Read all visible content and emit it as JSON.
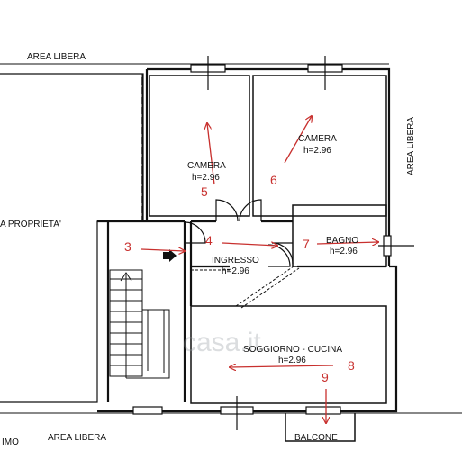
{
  "labels": {
    "area_top": "AREA LIBERA",
    "area_right": "AREA LIBERA",
    "area_bottom": "AREA LIBERA",
    "left_property": "A PROPRIETA'",
    "bottom_left_fragment": "IMO",
    "balcony": "BALCONE",
    "watermark": "casa.it"
  },
  "rooms": [
    {
      "name": "CAMERA",
      "height": "h=2.96",
      "number": "5"
    },
    {
      "name": "CAMERA",
      "height": "h=2.96",
      "number": "6"
    },
    {
      "name": "BAGNO",
      "height": "h=2.96",
      "number": "7"
    },
    {
      "name": "INGRESSO",
      "height": "h=2.96",
      "number": "4"
    },
    {
      "name": "SOGGIORNO - CUCINA",
      "height": "h=2.96",
      "number": "8"
    }
  ],
  "markers": {
    "stair_arrival": "3",
    "balcony_exit": "9"
  },
  "colors": {
    "wall": "#111111",
    "annotation": "#c8302e",
    "background": "#ffffff"
  }
}
